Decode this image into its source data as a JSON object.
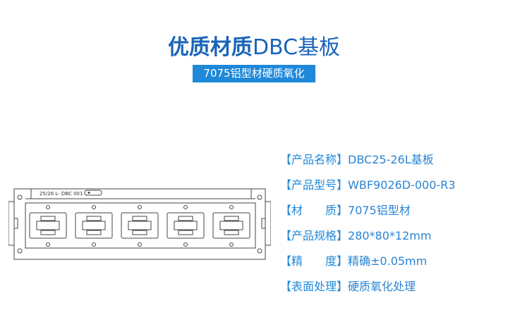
{
  "header": {
    "title_bold": "优质材质",
    "title_light": "DBC基板",
    "subtitle": "7075铝型材硬质氧化"
  },
  "drawing": {
    "label": "25/26 L- DBC 001",
    "slot_count": 5
  },
  "specs": [
    {
      "label": "【产品名称】",
      "value": "DBC25-26L基板"
    },
    {
      "label": "【产品型号】",
      "value": "WBF9026D-000-R3"
    },
    {
      "label": "【材　　质】",
      "value": "7075铝型材"
    },
    {
      "label": "【产品规格】",
      "value": "280*80*12mm"
    },
    {
      "label": "【精　　度】",
      "value": "精确±0.05mm"
    },
    {
      "label": "【表面处理】",
      "value": "硬质氧化处理"
    }
  ],
  "colors": {
    "title": "#1a64b8",
    "accent": "#1e88d9",
    "drawing_line": "#444444"
  }
}
